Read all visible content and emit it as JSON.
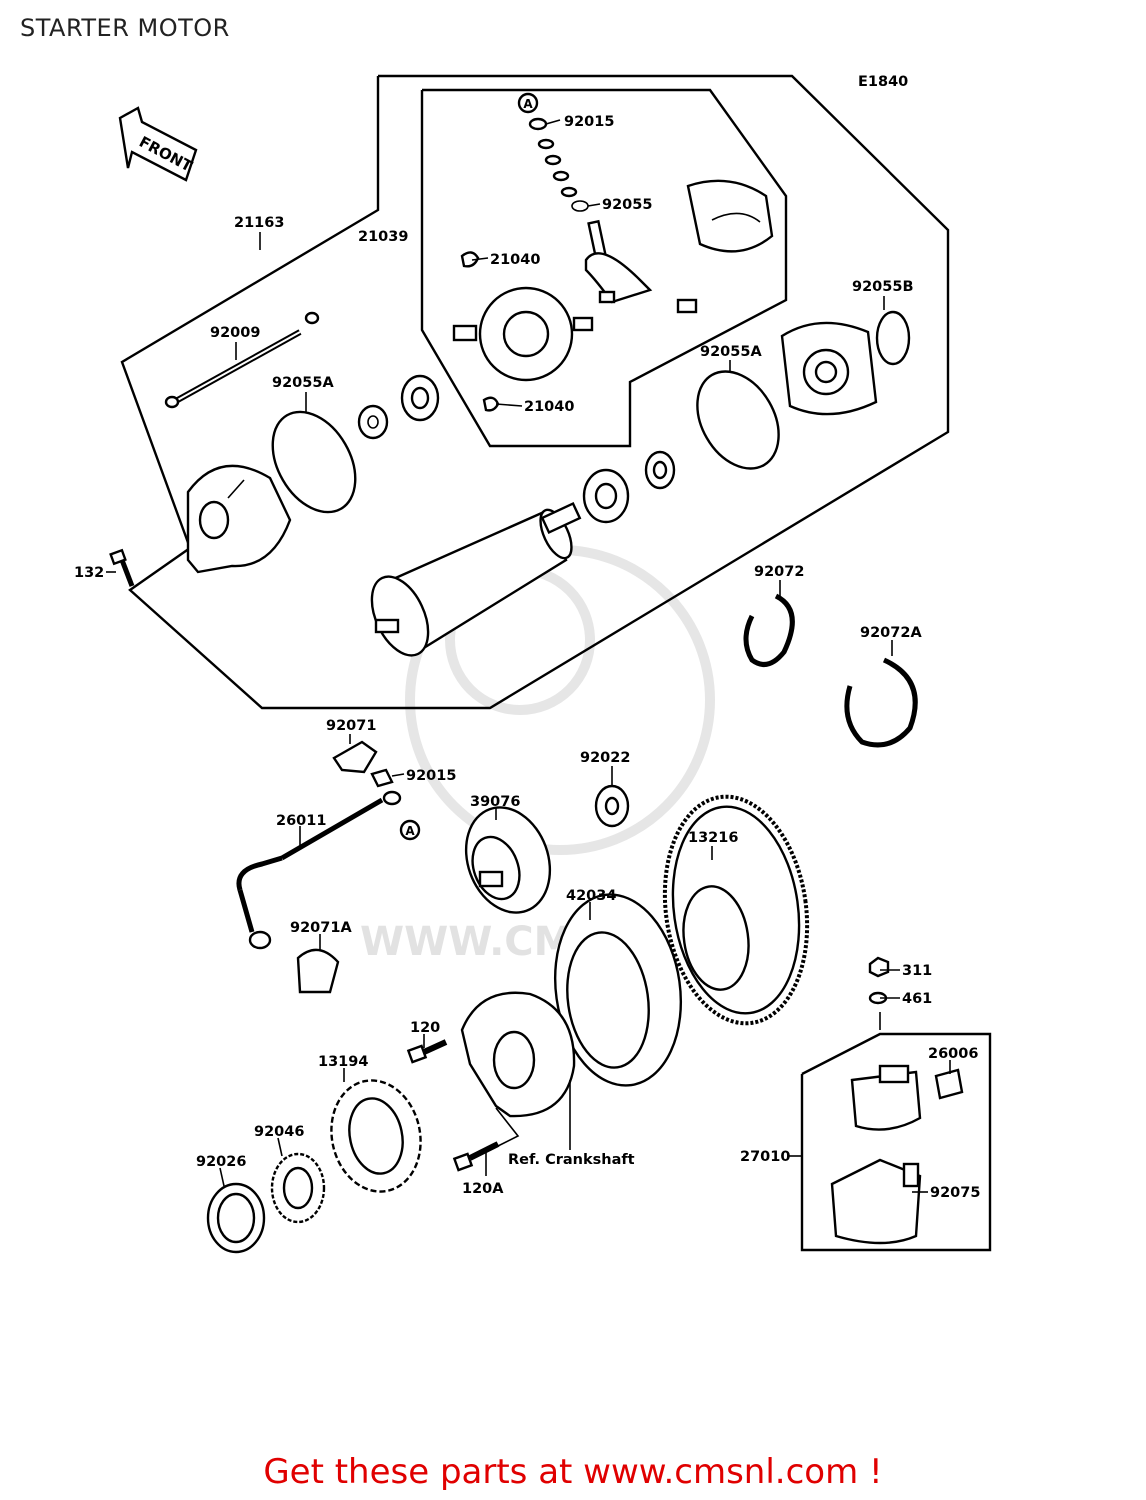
{
  "page": {
    "title": "STARTER MOTOR",
    "code": "E1840",
    "front_label": "FRONT",
    "cta": "Get these parts at www.cmsnl.com !",
    "watermark": "WWW.CM"
  },
  "markers": {
    "a_top": "A",
    "a_bottom": "A"
  },
  "parts": {
    "p92015_top": "92015",
    "p92055": "92055",
    "p21039": "21039",
    "p21040_top": "21040",
    "p21040_bottom": "21040",
    "p21163": "21163",
    "p92009": "92009",
    "p92055A_left": "92055A",
    "p92055A_right": "92055A",
    "p92055B": "92055B",
    "p132": "132",
    "p92072": "92072",
    "p92072A": "92072A",
    "p92071": "92071",
    "p92015_bottom": "92015",
    "p92022": "92022",
    "p26011": "26011",
    "p39076": "39076",
    "p13216": "13216",
    "p42034": "42034",
    "p92071A": "92071A",
    "p311": "311",
    "p461": "461",
    "p120": "120",
    "p13194": "13194",
    "p26006": "26006",
    "p92046": "92046",
    "p92026": "92026",
    "p27010": "27010",
    "p92075": "92075",
    "p120A": "120A",
    "ref_crankshaft": "Ref. Crankshaft"
  }
}
